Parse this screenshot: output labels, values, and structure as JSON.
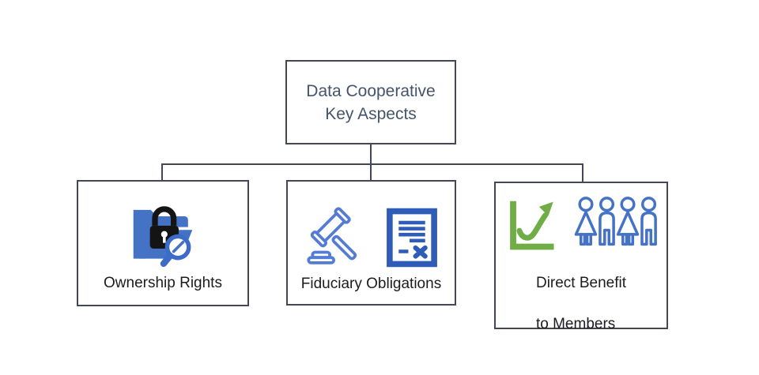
{
  "diagram": {
    "title": "Data Cooperative Key Aspects",
    "root": {
      "line1": "Data Cooperative",
      "line2": "Key Aspects"
    },
    "nodes": {
      "ownership": {
        "label": "Ownership Rights",
        "icons": [
          "folder-lock-search-icon"
        ]
      },
      "fiduciary": {
        "label": "Fiduciary Obligations",
        "icons": [
          "gavel-icon",
          "contract-document-icon"
        ]
      },
      "benefit": {
        "label_line1": "Direct Benefit",
        "label_line2": "to Members",
        "icons": [
          "growth-chart-icon",
          "members-group-icon"
        ]
      }
    },
    "colors": {
      "box_border": "#434756",
      "title_text": "#44546A",
      "label_text": "#1c1c1c",
      "folder_blue": "#4472C4",
      "lock_black": "#141414",
      "magnifier_blue": "#3D6CC8",
      "gavel_blue": "#547CD4",
      "document_blue": "#2E5CB8",
      "chart_green": "#70AD47",
      "people_blue": "#4472C4",
      "connector": "#434756"
    }
  }
}
